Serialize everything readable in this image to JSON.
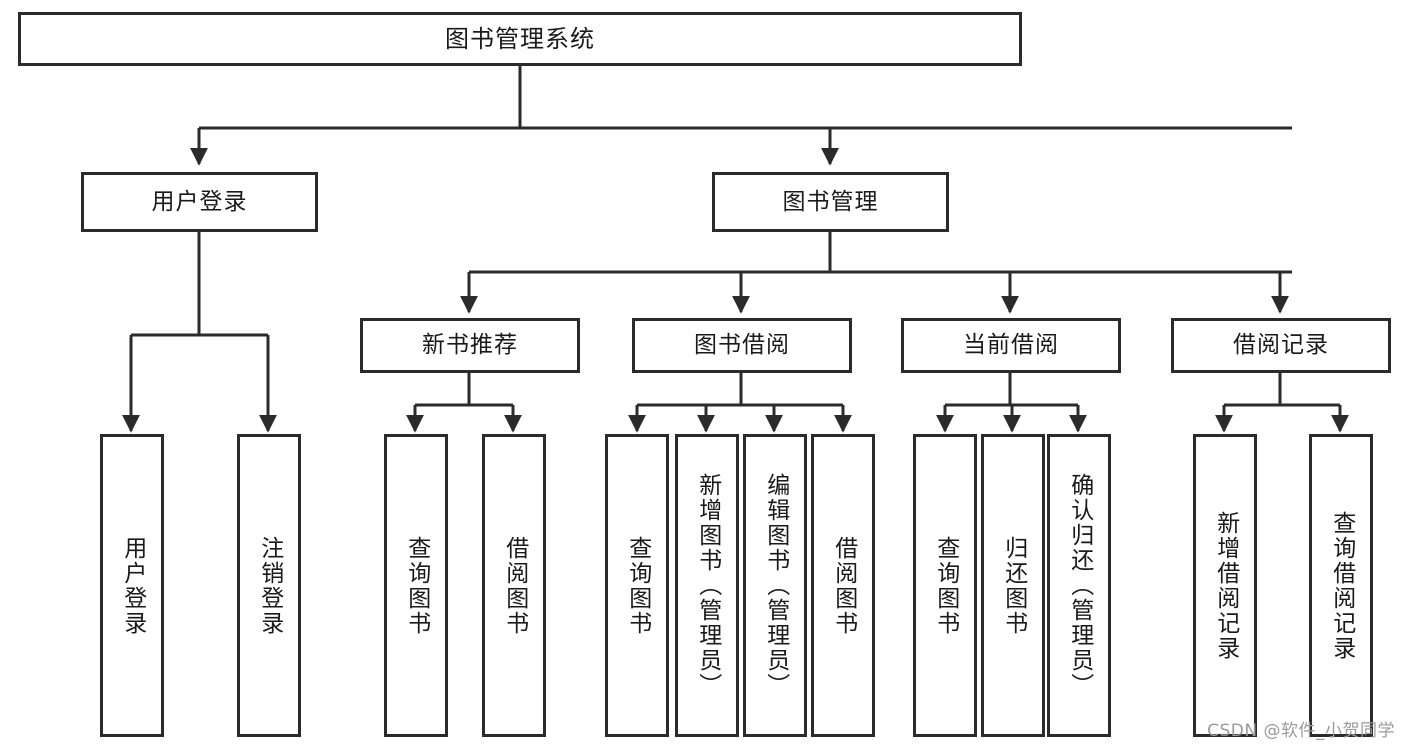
{
  "diagram": {
    "type": "tree",
    "title": "图书管理系统",
    "watermark": "CSDN @软件_小贺同学",
    "colors": {
      "border": "#2b2b2b",
      "background": "#ffffff",
      "text": "#1a1a1a",
      "watermark": "#9b9b9b"
    },
    "root": {
      "label": "图书管理系统"
    },
    "level2": [
      {
        "label": "用户登录"
      },
      {
        "label": "图书管理"
      }
    ],
    "level3": [
      {
        "label": "新书推荐"
      },
      {
        "label": "图书借阅"
      },
      {
        "label": "当前借阅"
      },
      {
        "label": "借阅记录"
      }
    ],
    "leaves": {
      "user_login": [
        {
          "label": "用户登录"
        },
        {
          "label": "注销登录"
        }
      ],
      "new_book": [
        {
          "label": "查询图书"
        },
        {
          "label": "借阅图书"
        }
      ],
      "book_borrow": [
        {
          "label": "查询图书"
        },
        {
          "label": "新增图书（管理员）"
        },
        {
          "label": "编辑图书（管理员）"
        },
        {
          "label": "借阅图书"
        }
      ],
      "current_borrow": [
        {
          "label": "查询图书"
        },
        {
          "label": "归还图书"
        },
        {
          "label": "确认归还（管理员）"
        }
      ],
      "borrow_record": [
        {
          "label": "新增借阅记录"
        },
        {
          "label": "查询借阅记录"
        }
      ]
    }
  }
}
